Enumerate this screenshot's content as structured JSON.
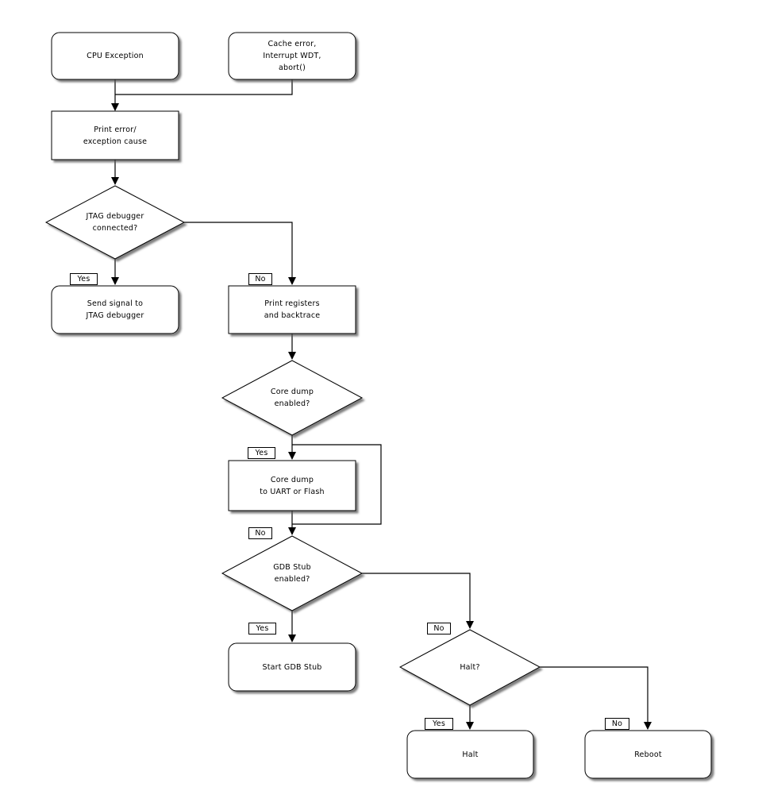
{
  "diagram_type": "flowchart",
  "colors": {
    "background": "#ffffff",
    "node_fill": "#ffffff",
    "stroke": "#000000",
    "text": "#000000",
    "shadow": "#555555"
  },
  "nodes": {
    "cpu_exception": {
      "label": "CPU Exception",
      "shape": "rounded"
    },
    "cache_error": {
      "label": "Cache error,\nInterrupt WDT,\nabort()",
      "shape": "rounded"
    },
    "print_error": {
      "label": "Print error/\nexception cause",
      "shape": "rect"
    },
    "jtag_connected": {
      "label": "JTAG debugger\nconnected?",
      "shape": "diamond"
    },
    "send_signal": {
      "label": "Send signal to\nJTAG debugger",
      "shape": "rounded"
    },
    "print_registers": {
      "label": "Print registers\nand backtrace",
      "shape": "rect"
    },
    "core_dump_enabled": {
      "label": "Core dump\nenabled?",
      "shape": "diamond"
    },
    "core_dump": {
      "label": "Core dump\nto UART or Flash",
      "shape": "rect"
    },
    "gdb_stub_enabled": {
      "label": "GDB Stub\nenabled?",
      "shape": "diamond"
    },
    "start_gdb_stub": {
      "label": "Start GDB Stub",
      "shape": "rounded"
    },
    "halt_question": {
      "label": "Halt?",
      "shape": "diamond"
    },
    "halt": {
      "label": "Halt",
      "shape": "rounded"
    },
    "reboot": {
      "label": "Reboot",
      "shape": "rounded"
    }
  },
  "edge_labels": {
    "jtag_yes": "Yes",
    "jtag_no": "No",
    "core_dump_yes": "Yes",
    "core_dump_no": "No",
    "gdb_yes": "Yes",
    "gdb_no": "No",
    "halt_yes": "Yes",
    "halt_no": "No"
  }
}
